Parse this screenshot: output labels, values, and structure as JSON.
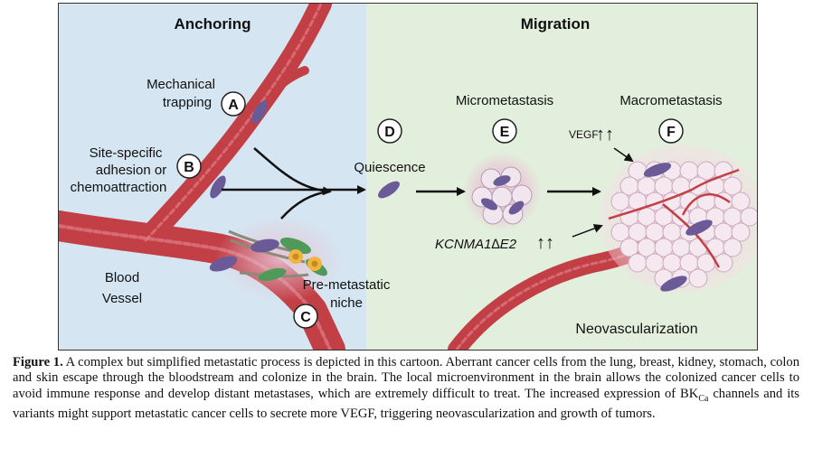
{
  "panels": {
    "left_title": "Anchoring",
    "right_title": "Migration"
  },
  "labels": {
    "A": "A",
    "B": "B",
    "C": "C",
    "D": "D",
    "E": "E",
    "F": "F",
    "mechanical_1": "Mechanical",
    "mechanical_2": "trapping",
    "site_1": "Site-specific",
    "site_2": "adhesion or",
    "site_3": "chemoattraction",
    "blood_1": "Blood",
    "blood_2": "Vessel",
    "niche_1": "Pre-metastatic",
    "niche_2": "niche",
    "quiescence": "Quiescence",
    "micro": "Micrometastasis",
    "macro": "Macrometastasis",
    "vegf": "VEGF",
    "kcnma": "KCNMA1∆E2",
    "up_arrows": "↑↑",
    "neovasc": "Neovascularization"
  },
  "caption": {
    "fig_label": "Figure 1.",
    "text_1": "A complex but simplified metastatic process is depicted in this cartoon. Aberrant cancer cells from the lung, breast, kidney, stomach, colon and skin escape through the bloodstream and colonize in the brain. The local microenvironment in the brain allows the colonized cancer cells to avoid immune response and develop distant metastases, which are extremely difficult to treat. The increased expression of BK",
    "sub": "Ca",
    "text_2": " channels and its variants might support metastatic cancer cells to secrete more VEGF, triggering neovascularization and growth of tumors."
  },
  "colors": {
    "left_bg": "#d4e6f3",
    "right_bg": "#e4efdf",
    "vessel": "#c5434a",
    "cell": "#6a5a98",
    "tumor": "#f1dde6"
  }
}
